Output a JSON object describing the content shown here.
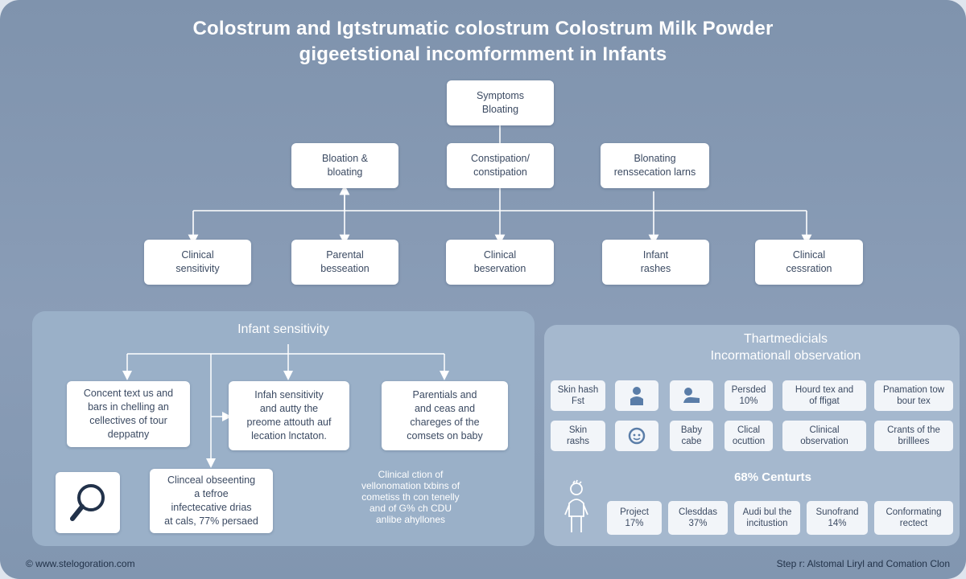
{
  "header": {
    "title_line1": "Colostrum and Igtstrumatic colostrum Colostrum Milk Powder",
    "title_line2": "gigeetstional  incomformment in Infants"
  },
  "top_node": {
    "l1": "Symptoms",
    "l2": "Bloating"
  },
  "mid_nodes": [
    {
      "l1": "Bloation &",
      "l2": "bloating"
    },
    {
      "l1": "Constipation/",
      "l2": "constipation"
    },
    {
      "l1": "Blonating",
      "l2": "renssecation larns"
    }
  ],
  "bottom_nodes": [
    {
      "l1": "Clinical",
      "l2": "sensitivity"
    },
    {
      "l1": "Parental",
      "l2": "besseation"
    },
    {
      "l1": "Clinical",
      "l2": "beservation"
    },
    {
      "l1": "Infant",
      "l2": "rashes"
    },
    {
      "l1": "Clinical",
      "l2": "cessration"
    }
  ],
  "left_panel": {
    "title": "Infant sensitivity",
    "cards": [
      {
        "l1": "Concent text us and",
        "l2": "bars in chelling an",
        "l3": "cellectives of tour",
        "l4": "deppatny"
      },
      {
        "l1": "Infah sensitivity",
        "l2": "and autty the",
        "l3": "preome attouth auf",
        "l4": "lecation lnctaton."
      },
      {
        "l1": "Parentials and",
        "l2": "and ceas and",
        "l3": "chareges of the",
        "l4": "comsets on baby"
      }
    ],
    "search_icon": "search-icon",
    "bottom_card": {
      "l1": "Clinceal obseenting",
      "l2": "a tefroe",
      "l3": "infectecative drias",
      "l4": "at cals, 77% persaed"
    },
    "note": {
      "l1": "Clinical ction of",
      "l2": "vellonomation txbins of",
      "l3": "cometiss th con tenelly",
      "l4": "and of G% ch CDU",
      "l5": "anlibe ahyllones"
    }
  },
  "right_panel": {
    "title_line1": "Thartmedicials",
    "title_line2": "Incormationall observation",
    "row1": [
      {
        "type": "text",
        "l1": "Skin hash",
        "l2": "Fst"
      },
      {
        "type": "icon",
        "icon": "child-icon"
      },
      {
        "type": "icon",
        "icon": "baby-icon"
      },
      {
        "type": "text",
        "l1": "Persded",
        "l2": "10%"
      },
      {
        "type": "text",
        "l1": "Hourd tex and",
        "l2": "of ffigat"
      },
      {
        "type": "text",
        "l1": "Pnamation tow",
        "l2": "bour tex"
      }
    ],
    "row2": [
      {
        "type": "text",
        "l1": "Skin",
        "l2": "rashs"
      },
      {
        "type": "icon",
        "icon": "baby-face-icon"
      },
      {
        "type": "text",
        "l1": "Baby",
        "l2": "cabe"
      },
      {
        "type": "text",
        "l1": "Clical",
        "l2": "ocuttion"
      },
      {
        "type": "text",
        "l1": "Clinical",
        "l2": "observation"
      },
      {
        "type": "text",
        "l1": "Crants of the",
        "l2": "brilllees"
      }
    ],
    "stat": "68% Centurts",
    "infant_icon": "infant-icon",
    "row3": [
      {
        "l1": "Project",
        "l2": "17%"
      },
      {
        "l1": "Clesddas",
        "l2": "37%"
      },
      {
        "l1": "Audi bul the",
        "l2": "incitustion"
      },
      {
        "l1": "Sunofrand",
        "l2": "14%"
      },
      {
        "l1": "Conformating",
        "l2": "rectect"
      }
    ]
  },
  "footer": {
    "left": "© www.stelogoration.com",
    "right": "Step r: Alstomal Liryl and Comation Clon"
  },
  "colors": {
    "background": "#8396b0",
    "card": "#ffffff",
    "connector": "#ffffff",
    "text": "#3b4a62"
  }
}
